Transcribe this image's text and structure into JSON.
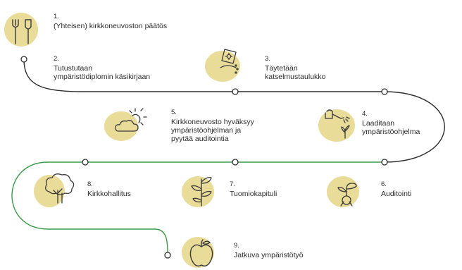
{
  "steps": [
    {
      "num": "1.",
      "lines": [
        "(Yhteisen) kirkkoneuvoston päätös"
      ],
      "icon": "fork-shovel-icon"
    },
    {
      "num": "2.",
      "lines": [
        "Tutustutaan",
        "ympäristödiplomin käsikirjaan"
      ],
      "icon": null
    },
    {
      "num": "3.",
      "lines": [
        "Täytetään",
        "katselmustaulukko"
      ],
      "icon": "seed-packet-icon"
    },
    {
      "num": "4.",
      "lines": [
        "Laaditaan",
        "ympäristöohjelma"
      ],
      "icon": "watering-can-icon"
    },
    {
      "num": "5.",
      "lines": [
        "Kirkkoneuvosto hyväksyy",
        "ympäristöohjelman ja",
        "pyytää auditointia"
      ],
      "icon": "sun-cloud-icon"
    },
    {
      "num": "6.",
      "lines": [
        "Auditointi"
      ],
      "icon": "sprout-icon"
    },
    {
      "num": "7.",
      "lines": [
        "Tuomiokapituli"
      ],
      "icon": "plant-icon"
    },
    {
      "num": "8.",
      "lines": [
        "Kirkkohallitus"
      ],
      "icon": "tree-icon"
    },
    {
      "num": "9.",
      "lines": [
        "Jatkuva ympäristötyö"
      ],
      "icon": "apple-icon"
    }
  ],
  "colors": {
    "path_dark": "#2e2e2e",
    "path_green": "#3a9a4a",
    "icon_blob": "#e9db98",
    "icon_stroke": "#3a3a3a"
  }
}
